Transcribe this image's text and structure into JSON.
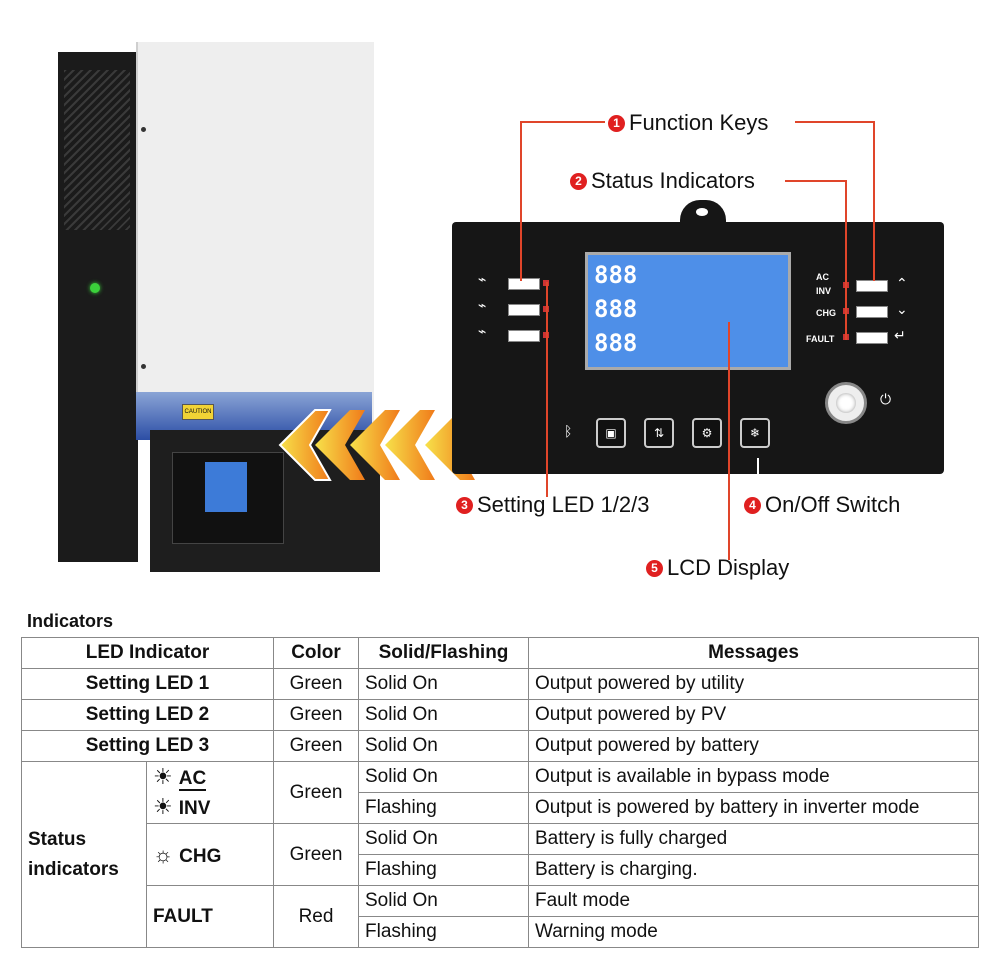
{
  "callouts": {
    "c1": {
      "num": "1",
      "text": "Function Keys"
    },
    "c2": {
      "num": "2",
      "text": "Status Indicators"
    },
    "c3": {
      "num": "3",
      "text": "Setting LED 1/2/3"
    },
    "c4": {
      "num": "4",
      "text": "On/Off Switch"
    },
    "c5": {
      "num": "5",
      "text": "LCD Display"
    }
  },
  "panel": {
    "lcd_digits": [
      "888",
      "888",
      "888"
    ],
    "status_labels": [
      "AC",
      "INV",
      "CHG",
      "FAULT"
    ],
    "caution": "CAUTION"
  },
  "table": {
    "title": "Indicators",
    "headers": [
      "LED Indicator",
      "Color",
      "Solid/Flashing",
      "Messages"
    ],
    "setting_rows": [
      {
        "led": "Setting LED 1",
        "color": "Green",
        "mode": "Solid On",
        "message": "Output powered by utility"
      },
      {
        "led": "Setting LED 2",
        "color": "Green",
        "mode": "Solid On",
        "message": "Output powered by PV"
      },
      {
        "led": "Setting LED 3",
        "color": "Green",
        "mode": "Solid On",
        "message": "Output powered by battery"
      }
    ],
    "status_group_label": "Status indicators",
    "status_group_line1": "Status",
    "status_group_line2": "indicators",
    "acinv": {
      "top": "AC",
      "bottom": "INV",
      "color": "Green",
      "rows": [
        {
          "mode": "Solid On",
          "message": "Output is available in bypass mode"
        },
        {
          "mode": "Flashing",
          "message": "Output is powered by battery in inverter mode"
        }
      ]
    },
    "chg": {
      "label": "CHG",
      "color": "Green",
      "rows": [
        {
          "mode": "Solid On",
          "message": "Battery is fully charged"
        },
        {
          "mode": "Flashing",
          "message": "Battery is charging."
        }
      ]
    },
    "fault": {
      "label": "FAULT",
      "color": "Red",
      "rows": [
        {
          "mode": "Solid On",
          "message": "Fault mode"
        },
        {
          "mode": "Flashing",
          "message": "Warning mode"
        }
      ]
    }
  }
}
